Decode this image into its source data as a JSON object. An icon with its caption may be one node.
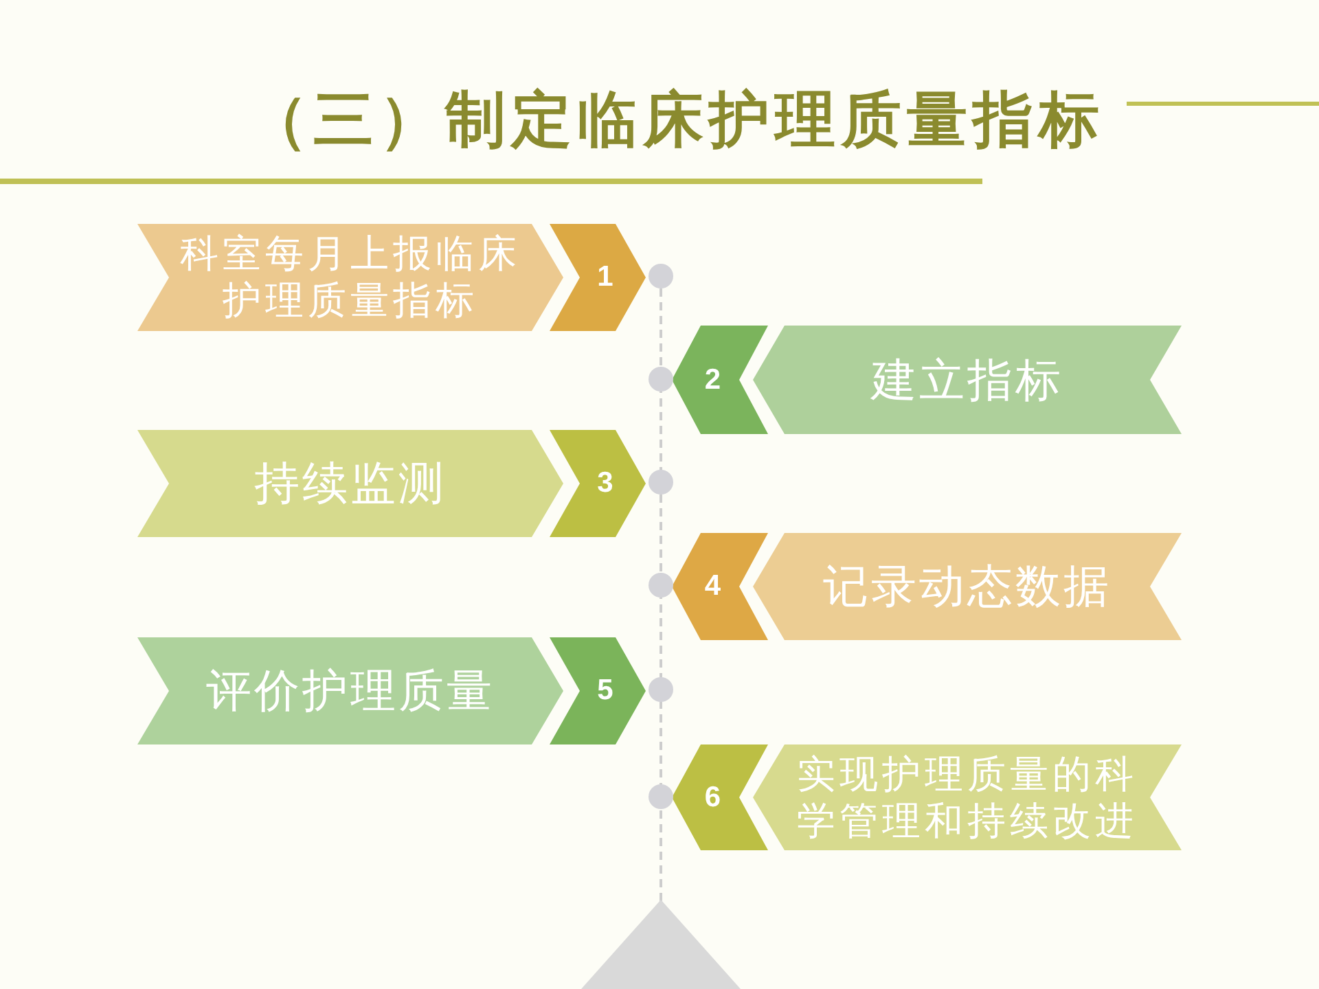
{
  "diagram": {
    "title": "（三）制定临床护理质量指标",
    "nodes": [
      {
        "text": [
          "科室每月上报临床护理质量指标"
        ]
      },
      {
        "text": [
          "1"
        ]
      },
      {
        "text": [
          "2"
        ]
      },
      {
        "text": [
          "建立指标"
        ]
      },
      {
        "text": [
          "持续监测"
        ]
      },
      {
        "text": [
          "3"
        ]
      },
      {
        "text": [
          "4"
        ]
      },
      {
        "text": [
          "记录动态数据"
        ]
      },
      {
        "text": [
          "评价护理质量"
        ]
      },
      {
        "text": [
          "5"
        ]
      },
      {
        "text": [
          "6"
        ]
      },
      {
        "text": [
          "实现护理质量的科学管理和持续改进"
        ]
      }
    ]
  }
}
